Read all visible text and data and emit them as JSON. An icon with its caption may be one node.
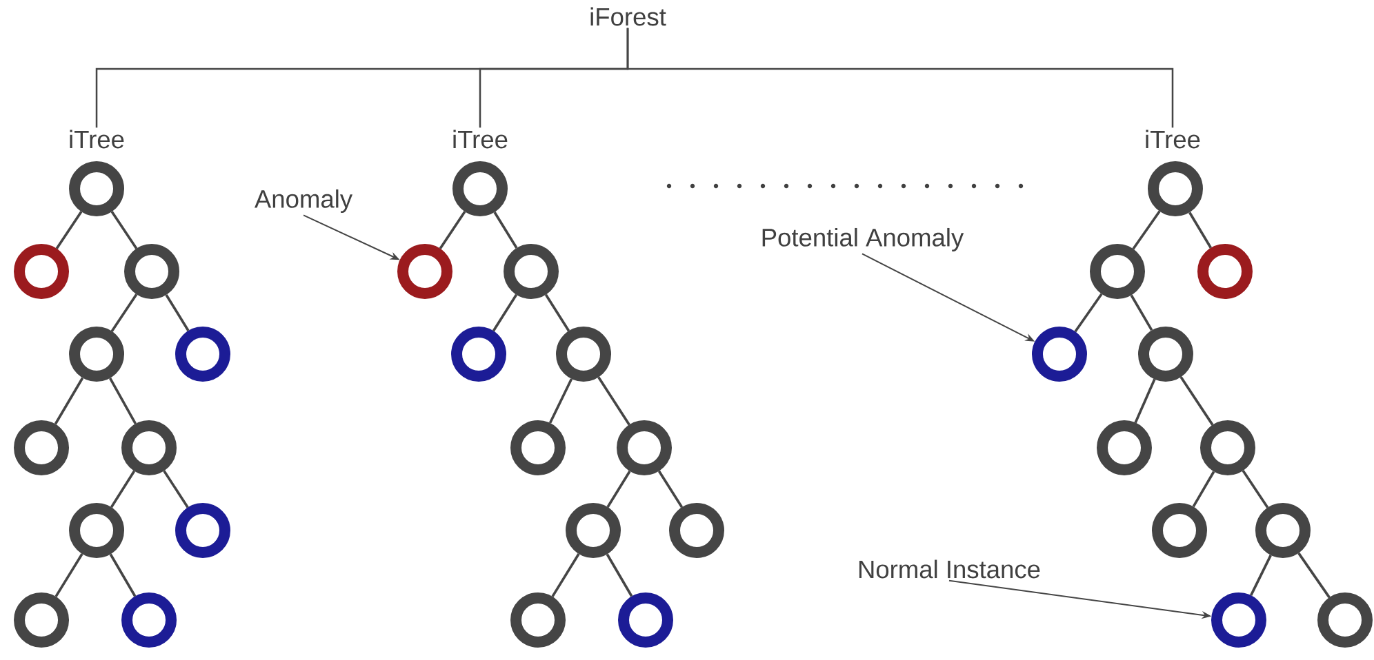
{
  "diagram": {
    "nodes": [
      {
        "text": [
          "iForest"
        ]
      },
      {
        "text": [
          "iTree"
        ]
      },
      {
        "text": [
          "iTree"
        ]
      },
      {
        "text": [
          "iTree"
        ]
      },
      {
        "text": [
          "Anomaly"
        ]
      },
      {
        "text": [
          "Potential Anomaly"
        ]
      },
      {
        "text": [
          "Normal Instance"
        ]
      },
      {
        "text": [],
        "shape": "circle"
      },
      {
        "text": [],
        "shape": "circle"
      },
      {
        "text": [],
        "shape": "circle"
      },
      {
        "text": [],
        "shape": "circle"
      },
      {
        "text": [],
        "shape": "circle"
      },
      {
        "text": [],
        "shape": "circle"
      },
      {
        "text": [],
        "shape": "circle"
      },
      {
        "text": [],
        "shape": "circle"
      },
      {
        "text": [],
        "shape": "circle"
      },
      {
        "text": [],
        "shape": "circle"
      },
      {
        "text": [],
        "shape": "circle"
      },
      {
        "text": [],
        "shape": "circle"
      },
      {
        "text": [],
        "shape": "circle"
      },
      {
        "text": [],
        "shape": "circle"
      },
      {
        "text": [],
        "shape": "circle"
      },
      {
        "text": [],
        "shape": "circle"
      },
      {
        "text": [],
        "shape": "circle"
      },
      {
        "text": [],
        "shape": "circle"
      },
      {
        "text": [],
        "shape": "circle"
      },
      {
        "text": [],
        "shape": "circle"
      },
      {
        "text": [],
        "shape": "circle"
      },
      {
        "text": [],
        "shape": "circle"
      },
      {
        "text": [],
        "shape": "circle"
      },
      {
        "text": [],
        "shape": "circle"
      },
      {
        "text": [],
        "shape": "circle"
      },
      {
        "text": [],
        "shape": "circle"
      },
      {
        "text": [],
        "shape": "circle"
      },
      {
        "text": [],
        "shape": "circle"
      },
      {
        "text": [],
        "shape": "circle"
      },
      {
        "text": [],
        "shape": "circle"
      },
      {
        "text": [],
        "shape": "circle"
      },
      {
        "text": [],
        "shape": "circle"
      },
      {
        "text": [],
        "shape": "circle"
      }
    ],
    "edges": [
      {
        "from": 0,
        "to": 1,
        "arrow": "none"
      },
      {
        "from": 0,
        "to": 2,
        "arrow": "none"
      },
      {
        "from": 0,
        "to": 3,
        "arrow": "none"
      },
      {
        "from": 4,
        "to": 19,
        "arrow": "to"
      },
      {
        "from": 5,
        "to": 32,
        "arrow": "to"
      },
      {
        "from": 6,
        "to": 38,
        "arrow": "to"
      },
      {
        "from": 7,
        "to": 8,
        "arrow": "none"
      },
      {
        "from": 7,
        "to": 9,
        "arrow": "none"
      },
      {
        "from": 9,
        "to": 10,
        "arrow": "none"
      },
      {
        "from": 9,
        "to": 11,
        "arrow": "none"
      },
      {
        "from": 10,
        "to": 12,
        "arrow": "none"
      },
      {
        "from": 10,
        "to": 13,
        "arrow": "none"
      },
      {
        "from": 13,
        "to": 14,
        "arrow": "none"
      },
      {
        "from": 13,
        "to": 15,
        "arrow": "none"
      },
      {
        "from": 14,
        "to": 16,
        "arrow": "none"
      },
      {
        "from": 14,
        "to": 17,
        "arrow": "none"
      },
      {
        "from": 18,
        "to": 19,
        "arrow": "none"
      },
      {
        "from": 18,
        "to": 20,
        "arrow": "none"
      },
      {
        "from": 20,
        "to": 21,
        "arrow": "none"
      },
      {
        "from": 20,
        "to": 22,
        "arrow": "none"
      },
      {
        "from": 22,
        "to": 23,
        "arrow": "none"
      },
      {
        "from": 22,
        "to": 24,
        "arrow": "none"
      },
      {
        "from": 24,
        "to": 25,
        "arrow": "none"
      },
      {
        "from": 24,
        "to": 26,
        "arrow": "none"
      },
      {
        "from": 25,
        "to": 27,
        "arrow": "none"
      },
      {
        "from": 25,
        "to": 28,
        "arrow": "none"
      },
      {
        "from": 29,
        "to": 30,
        "arrow": "none"
      },
      {
        "from": 29,
        "to": 31,
        "arrow": "none"
      },
      {
        "from": 30,
        "to": 32,
        "arrow": "none"
      },
      {
        "from": 30,
        "to": 33,
        "arrow": "none"
      },
      {
        "from": 33,
        "to": 34,
        "arrow": "none"
      },
      {
        "from": 33,
        "to": 35,
        "arrow": "none"
      },
      {
        "from": 35,
        "to": 36,
        "arrow": "none"
      },
      {
        "from": 35,
        "to": 37,
        "arrow": "none"
      },
      {
        "from": 37,
        "to": 38,
        "arrow": "none"
      },
      {
        "from": 37,
        "to": 39,
        "arrow": "none"
      }
    ]
  }
}
